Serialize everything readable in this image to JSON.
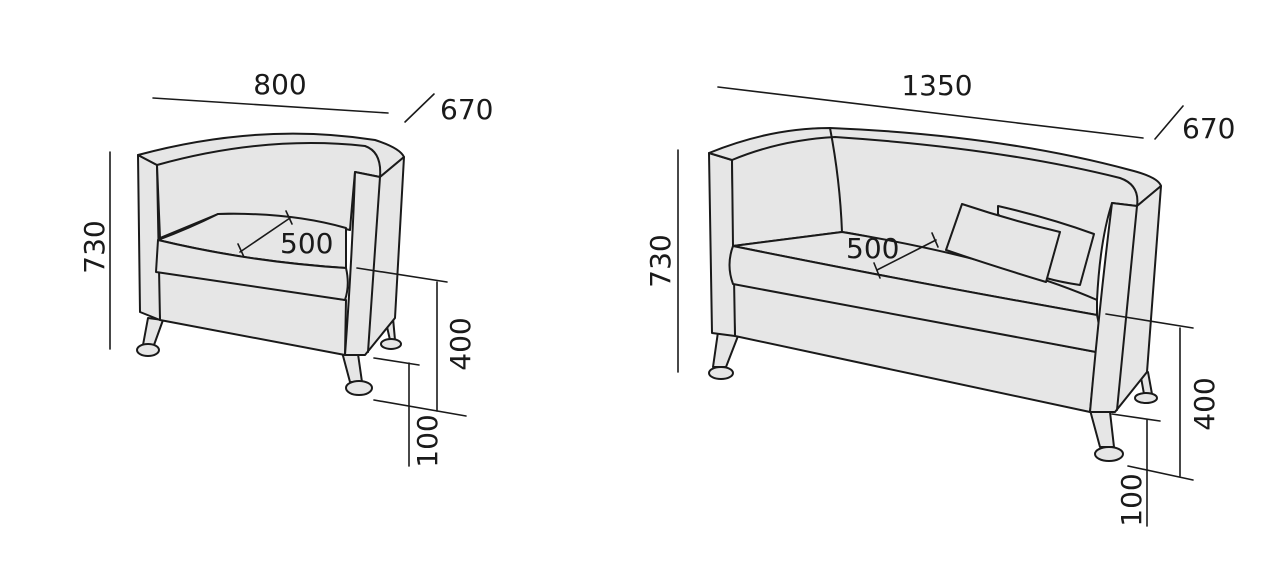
{
  "armchair": {
    "width": "800",
    "depth": "670",
    "height": "730",
    "seat_depth": "500",
    "seat_height": "400",
    "leg_height": "100"
  },
  "sofa": {
    "width": "1350",
    "depth": "670",
    "height": "730",
    "seat_depth": "500",
    "seat_height": "400",
    "leg_height": "100"
  },
  "colors": {
    "upholstery": "#e6e6e6",
    "outline": "#1a1a1a"
  }
}
